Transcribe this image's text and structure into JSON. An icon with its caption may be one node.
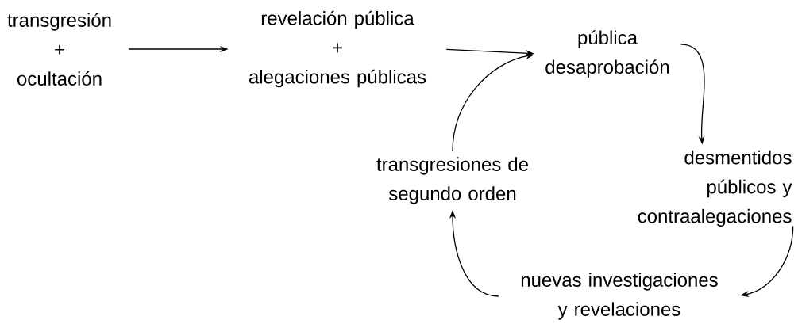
{
  "diagram": {
    "nodes": [
      {
        "text": [
          "transgresión",
          "+",
          "ocultación"
        ]
      },
      {
        "text": [
          "revelación pública",
          "+",
          "alegaciones públicas"
        ]
      },
      {
        "text": [
          "pública desaprobación"
        ]
      },
      {
        "text": [
          "desmentidos públicos y contraalegaciones"
        ]
      },
      {
        "text": [
          "nuevas investigaciones y revelaciones"
        ]
      },
      {
        "text": [
          "transgresiones de segundo orden"
        ]
      }
    ],
    "edges": [
      {
        "from": 0,
        "to": 1,
        "arrow": "to"
      },
      {
        "from": 1,
        "to": 2,
        "arrow": "to"
      },
      {
        "from": 2,
        "to": 3,
        "arrow": "to"
      },
      {
        "from": 3,
        "to": 4,
        "arrow": "to"
      },
      {
        "from": 4,
        "to": 5,
        "arrow": "to"
      },
      {
        "from": 5,
        "to": 2,
        "arrow": "to"
      }
    ]
  }
}
